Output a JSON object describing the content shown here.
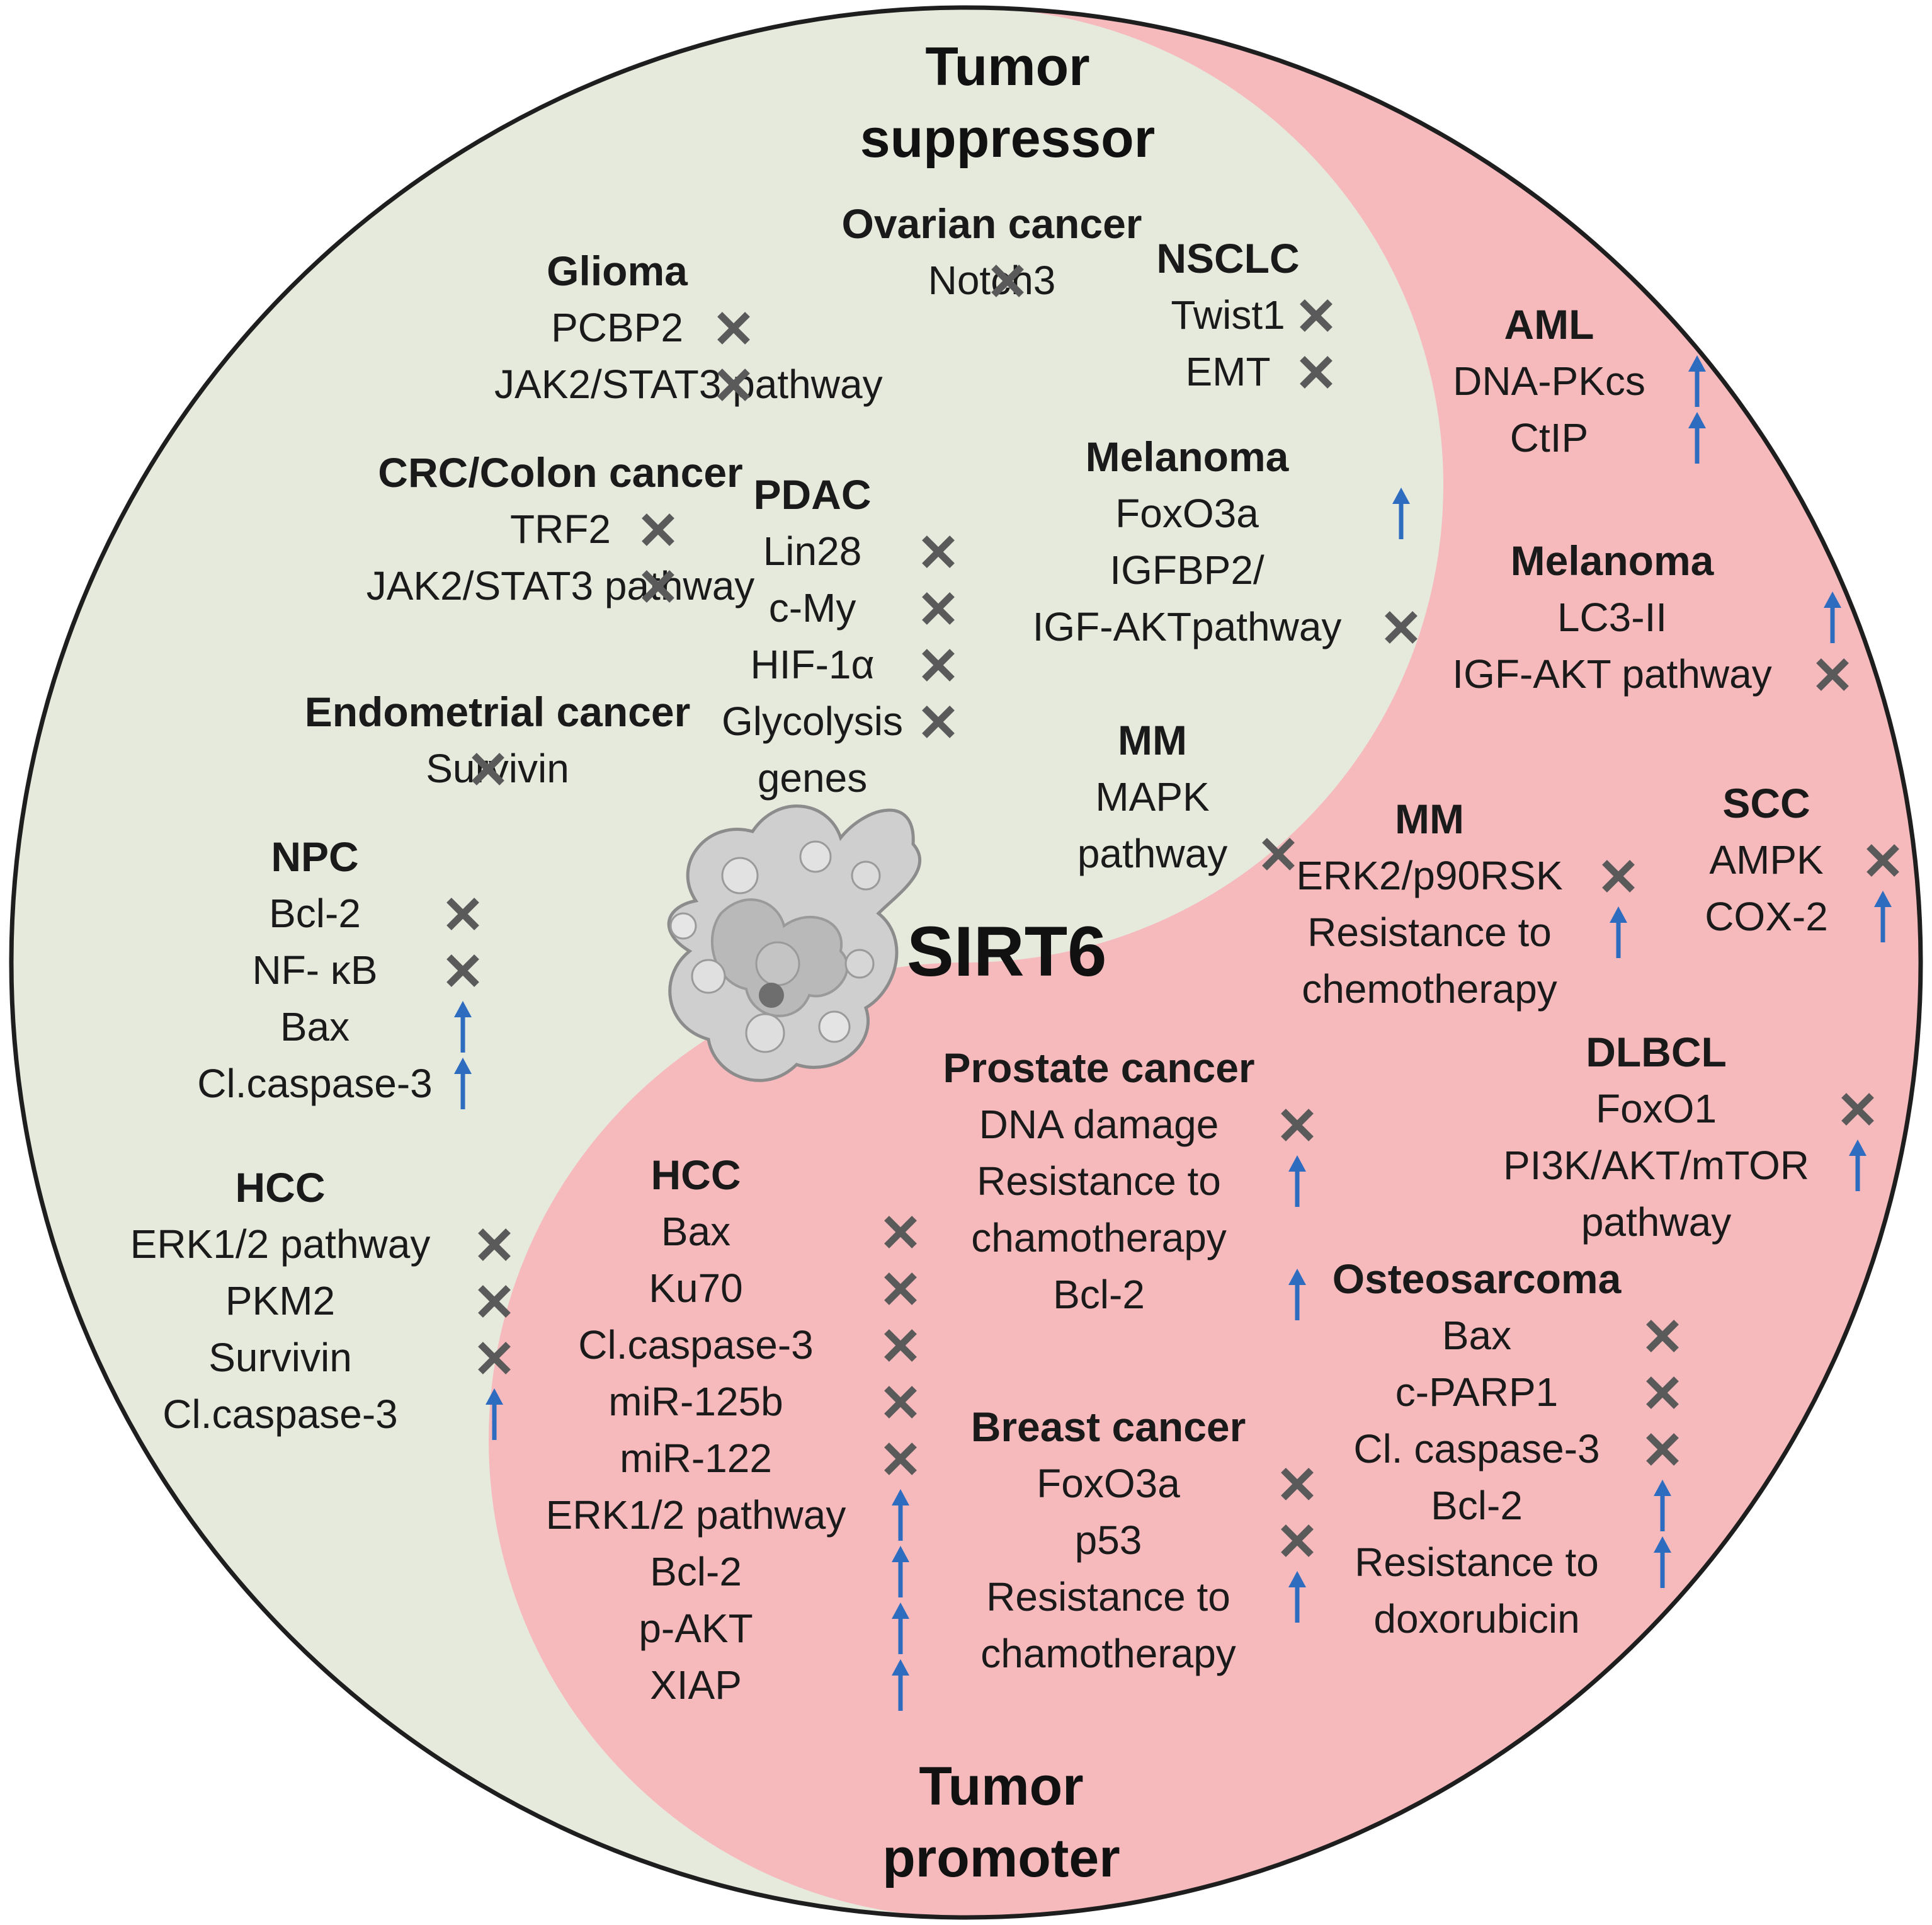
{
  "title": "SIRT6",
  "regions": {
    "suppressor": {
      "label_line1": "Tumor",
      "label_line2": "suppressor",
      "color": "#e6eadd"
    },
    "promoter": {
      "label_line1": "Tumor",
      "label_line2": "promoter",
      "color": "#f6babd"
    }
  },
  "colors": {
    "outline": "#1e1e1e",
    "cross": "#5a5a5a",
    "arrow": "#2e6cc0"
  },
  "icons": {
    "down": "cross-icon",
    "up": "up-arrow-icon",
    "protein": "protein-structure-icon"
  },
  "groups": [
    {
      "id": "glioma",
      "title": "Glioma",
      "items": [
        {
          "text": "PCBP2",
          "mark": "down"
        },
        {
          "text": "JAK2/STAT3 pathway",
          "mark": "down"
        }
      ]
    },
    {
      "id": "ovarian",
      "title": "Ovarian cancer",
      "items": [
        {
          "text": "Notch3",
          "mark": "down"
        }
      ]
    },
    {
      "id": "nsclc",
      "title": "NSCLC",
      "items": [
        {
          "text": "Twist1",
          "mark": "down"
        },
        {
          "text": "EMT",
          "mark": "down"
        }
      ]
    },
    {
      "id": "crc",
      "title": "CRC/Colon cancer",
      "items": [
        {
          "text": "TRF2",
          "mark": "down"
        },
        {
          "text": "JAK2/STAT3 pathway",
          "mark": "down"
        }
      ]
    },
    {
      "id": "pdac",
      "title": "PDAC",
      "items": [
        {
          "text": "Lin28",
          "mark": "down"
        },
        {
          "text": "c-My",
          "mark": "down"
        },
        {
          "text": "HIF-1α",
          "mark": "down"
        },
        {
          "text": "Glycolysis",
          "mark": "down"
        },
        {
          "text": "genes",
          "mark": null
        }
      ]
    },
    {
      "id": "melanoma-sup",
      "title": "Melanoma",
      "items": [
        {
          "text": "FoxO3a",
          "mark": "up"
        },
        {
          "text": "IGFBP2/",
          "mark": null
        },
        {
          "text": "IGF-AKTpathway",
          "mark": "down"
        }
      ]
    },
    {
      "id": "endometrial",
      "title": "Endometrial cancer",
      "items": [
        {
          "text": "Survivin",
          "mark": "down"
        }
      ]
    },
    {
      "id": "mm-sup",
      "title": "MM",
      "items": [
        {
          "text": "MAPK",
          "mark": null
        },
        {
          "text": "pathway",
          "mark": "down"
        }
      ]
    },
    {
      "id": "npc",
      "title": "NPC",
      "items": [
        {
          "text": "Bcl-2",
          "mark": "down"
        },
        {
          "text": "NF- κB",
          "mark": "down"
        },
        {
          "text": "Bax",
          "mark": "up"
        },
        {
          "text": "Cl.caspase-3",
          "mark": "up"
        }
      ]
    },
    {
      "id": "hcc-sup",
      "title": "HCC",
      "items": [
        {
          "text": "ERK1/2 pathway",
          "mark": "down"
        },
        {
          "text": "PKM2",
          "mark": "down"
        },
        {
          "text": "Survivin",
          "mark": "down"
        },
        {
          "text": "Cl.caspase-3",
          "mark": "up"
        }
      ]
    },
    {
      "id": "aml",
      "title": "AML",
      "items": [
        {
          "text": "DNA-PKcs",
          "mark": "up"
        },
        {
          "text": "CtIP",
          "mark": "up"
        }
      ]
    },
    {
      "id": "melanoma-pro",
      "title": "Melanoma",
      "items": [
        {
          "text": "LC3-II",
          "mark": "up"
        },
        {
          "text": "IGF-AKT pathway",
          "mark": "down"
        }
      ]
    },
    {
      "id": "mm-pro",
      "title": "MM",
      "items": [
        {
          "text": "ERK2/p90RSK",
          "mark": "down"
        },
        {
          "text": "Resistance to",
          "mark": "up"
        },
        {
          "text": "chemotherapy",
          "mark": null
        }
      ]
    },
    {
      "id": "scc",
      "title": "SCC",
      "items": [
        {
          "text": "AMPK",
          "mark": "down"
        },
        {
          "text": "COX-2",
          "mark": "up"
        }
      ]
    },
    {
      "id": "dlbcl",
      "title": "DLBCL",
      "items": [
        {
          "text": "FoxO1",
          "mark": "down"
        },
        {
          "text": "PI3K/AKT/mTOR",
          "mark": "up"
        },
        {
          "text": "pathway",
          "mark": null
        }
      ]
    },
    {
      "id": "prostate",
      "title": "Prostate cancer",
      "items": [
        {
          "text": "DNA damage",
          "mark": "down"
        },
        {
          "text": "Resistance to",
          "mark": "up"
        },
        {
          "text": "chamotherapy",
          "mark": null
        },
        {
          "text": "Bcl-2",
          "mark": "up"
        }
      ]
    },
    {
      "id": "hcc-pro",
      "title": "HCC",
      "items": [
        {
          "text": "Bax",
          "mark": "down"
        },
        {
          "text": "Ku70",
          "mark": "down"
        },
        {
          "text": "Cl.caspase-3",
          "mark": "down"
        },
        {
          "text": "miR-125b",
          "mark": "down"
        },
        {
          "text": "miR-122",
          "mark": "down"
        },
        {
          "text": "ERK1/2 pathway",
          "mark": "up"
        },
        {
          "text": "Bcl-2",
          "mark": "up"
        },
        {
          "text": "p-AKT",
          "mark": "up"
        },
        {
          "text": "XIAP",
          "mark": "up"
        }
      ]
    },
    {
      "id": "osteosarcoma",
      "title": "Osteosarcoma",
      "items": [
        {
          "text": "Bax",
          "mark": "down"
        },
        {
          "text": "c-PARP1",
          "mark": "down"
        },
        {
          "text": "Cl. caspase-3",
          "mark": "down"
        },
        {
          "text": "Bcl-2",
          "mark": "up"
        },
        {
          "text": "Resistance to",
          "mark": "up"
        },
        {
          "text": "doxorubicin",
          "mark": null
        }
      ]
    },
    {
      "id": "breast",
      "title": "Breast cancer",
      "items": [
        {
          "text": "FoxO3a",
          "mark": "down"
        },
        {
          "text": "p53",
          "mark": "down"
        },
        {
          "text": "Resistance to",
          "mark": "up"
        },
        {
          "text": "chamotherapy",
          "mark": null
        }
      ]
    }
  ]
}
